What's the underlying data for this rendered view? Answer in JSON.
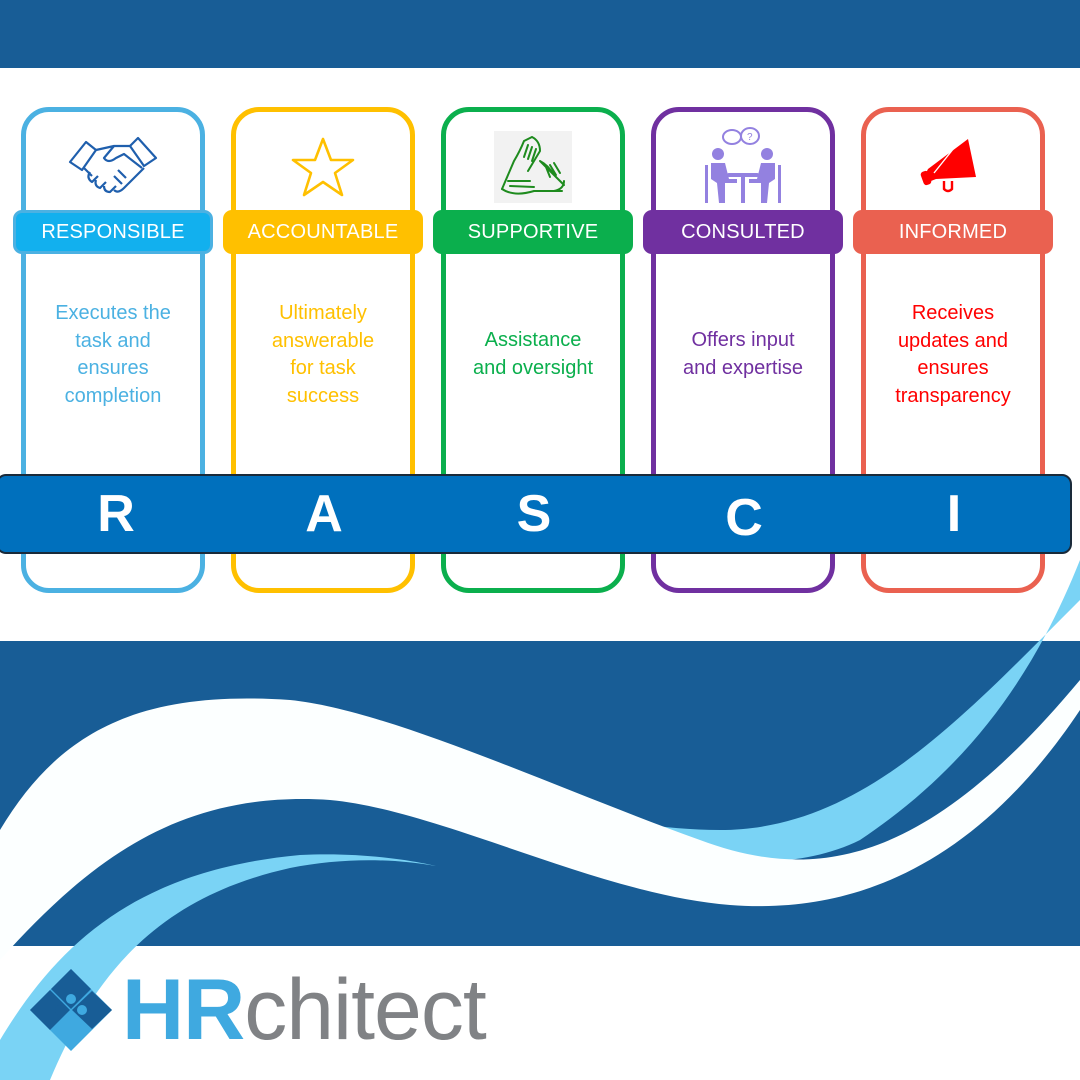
{
  "title_letters": [
    "R",
    "A",
    "S",
    "C",
    "I"
  ],
  "cards": [
    {
      "key": "responsible",
      "label": "RESPONSIBLE",
      "icon": "handshake-icon",
      "description": "Executes the task and ensures completion",
      "lines": [
        "Executes the",
        "task and",
        "ensures",
        "completion"
      ],
      "border_color": "#4BB1E2",
      "label_bg": "#12B0EE",
      "text_color": "#4BB1E2"
    },
    {
      "key": "accountable",
      "label": "ACCOUNTABLE",
      "icon": "star-icon",
      "description": "Ultimately answerable for task success",
      "lines": [
        "Ultimately",
        "answerable",
        "for task",
        "success"
      ],
      "border_color": "#FFC000",
      "label_bg": "#FFC000",
      "text_color": "#FFC000"
    },
    {
      "key": "supportive",
      "label": "SUPPORTIVE",
      "icon": "joined-hands-icon",
      "description": "Assistance and oversight",
      "lines": [
        "Assistance",
        "and oversight"
      ],
      "border_color": "#0BAF4D",
      "label_bg": "#0BAF4D",
      "text_color": "#0BAF4D"
    },
    {
      "key": "consulted",
      "label": "CONSULTED",
      "icon": "meeting-icon",
      "description": "Offers input and expertise",
      "lines": [
        "Offers input",
        "and expertise"
      ],
      "border_color": "#7030A0",
      "label_bg": "#7030A0",
      "text_color": "#7030A0"
    },
    {
      "key": "informed",
      "label": "INFORMED",
      "icon": "megaphone-icon",
      "description": "Receives updates and ensures transparency",
      "lines": [
        "Receives",
        "updates and",
        "ensures",
        "transparency"
      ],
      "border_color": "#EA6150",
      "label_bg": "#EA6150",
      "text_color": "#FF0000"
    }
  ],
  "logo": {
    "part1": "HR",
    "part2": "chitect"
  },
  "colors": {
    "band": "#185D96",
    "bar": "#0070BD",
    "wave_light": "#7AD3F5",
    "logo_blue": "#3FA9E0",
    "logo_dark": "#185D96",
    "logo_gray": "#808285"
  }
}
